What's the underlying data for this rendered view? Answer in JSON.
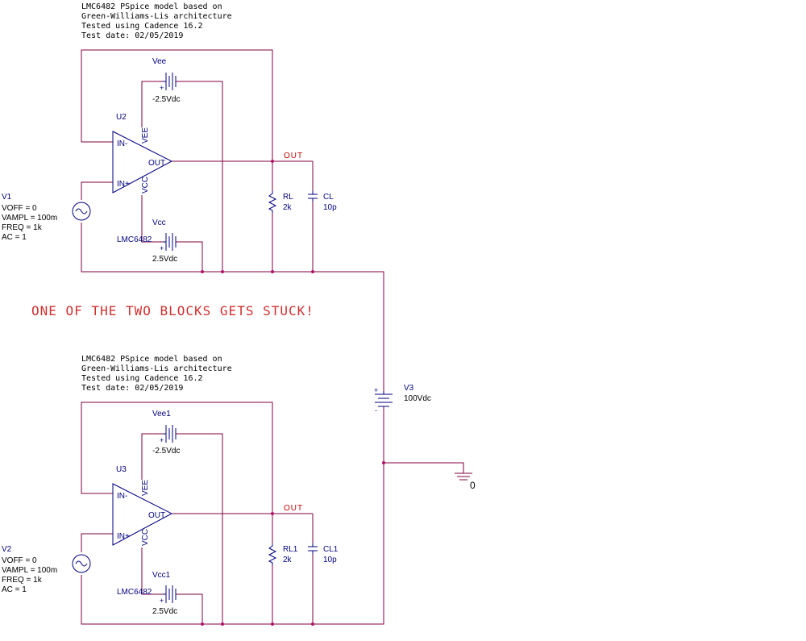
{
  "header_top": {
    "line1": "LMC6482 PSpice model based on",
    "line2": "Green-Williams-Lis architecture",
    "line3": "Tested using Cadence 16.2",
    "line4": "Test date: 02/05/2019"
  },
  "header_bottom": {
    "line1": "LMC6482 PSpice model based on",
    "line2": "Green-Williams-Lis architecture",
    "line3": "Tested using Cadence 16.2",
    "line4": "Test date: 02/05/2019"
  },
  "annotation": "ONE OF THE TWO BLOCKS GETS STUCK!",
  "block1": {
    "opamp_ref": "U2",
    "opamp_model": "LMC6482",
    "pin_inm": "IN-",
    "pin_inp": "IN+",
    "pin_out": "OUT",
    "pin_vee": "VEE",
    "pin_vcc": "VCC",
    "vee_name": "Vee",
    "vee_value": "-2.5Vdc",
    "vcc_name": "Vcc",
    "vcc_value": "2.5Vdc",
    "net_out": "OUT",
    "rl_name": "RL",
    "rl_value": "2k",
    "cl_name": "CL",
    "cl_value": "10p",
    "src_name": "V1",
    "src_voff": "VOFF = 0",
    "src_vampl": "VAMPL = 100m",
    "src_freq": "FREQ = 1k",
    "src_ac": "AC = 1"
  },
  "block2": {
    "opamp_ref": "U3",
    "opamp_model": "LMC6482",
    "pin_inm": "IN-",
    "pin_inp": "IN+",
    "pin_out": "OUT",
    "pin_vee": "VEE",
    "pin_vcc": "VCC",
    "vee_name": "Vee1",
    "vee_value": "-2.5Vdc",
    "vcc_name": "Vcc1",
    "vcc_value": "2.5Vdc",
    "net_out": "OUT",
    "rl_name": "RL1",
    "rl_value": "2k",
    "cl_name": "CL1",
    "cl_value": "10p",
    "src_name": "V2",
    "src_voff": "VOFF = 0",
    "src_vampl": "VAMPL = 100m",
    "src_freq": "FREQ = 1k",
    "src_ac": "AC = 1"
  },
  "supply": {
    "name": "V3",
    "value": "100Vdc",
    "plus": "+",
    "minus": "-"
  },
  "ground": {
    "label": "0"
  },
  "colors": {
    "wire": "#800040",
    "part": "#000080",
    "net_label": "#c00000",
    "annotation": "#d03030",
    "junction": "#b0106a"
  }
}
